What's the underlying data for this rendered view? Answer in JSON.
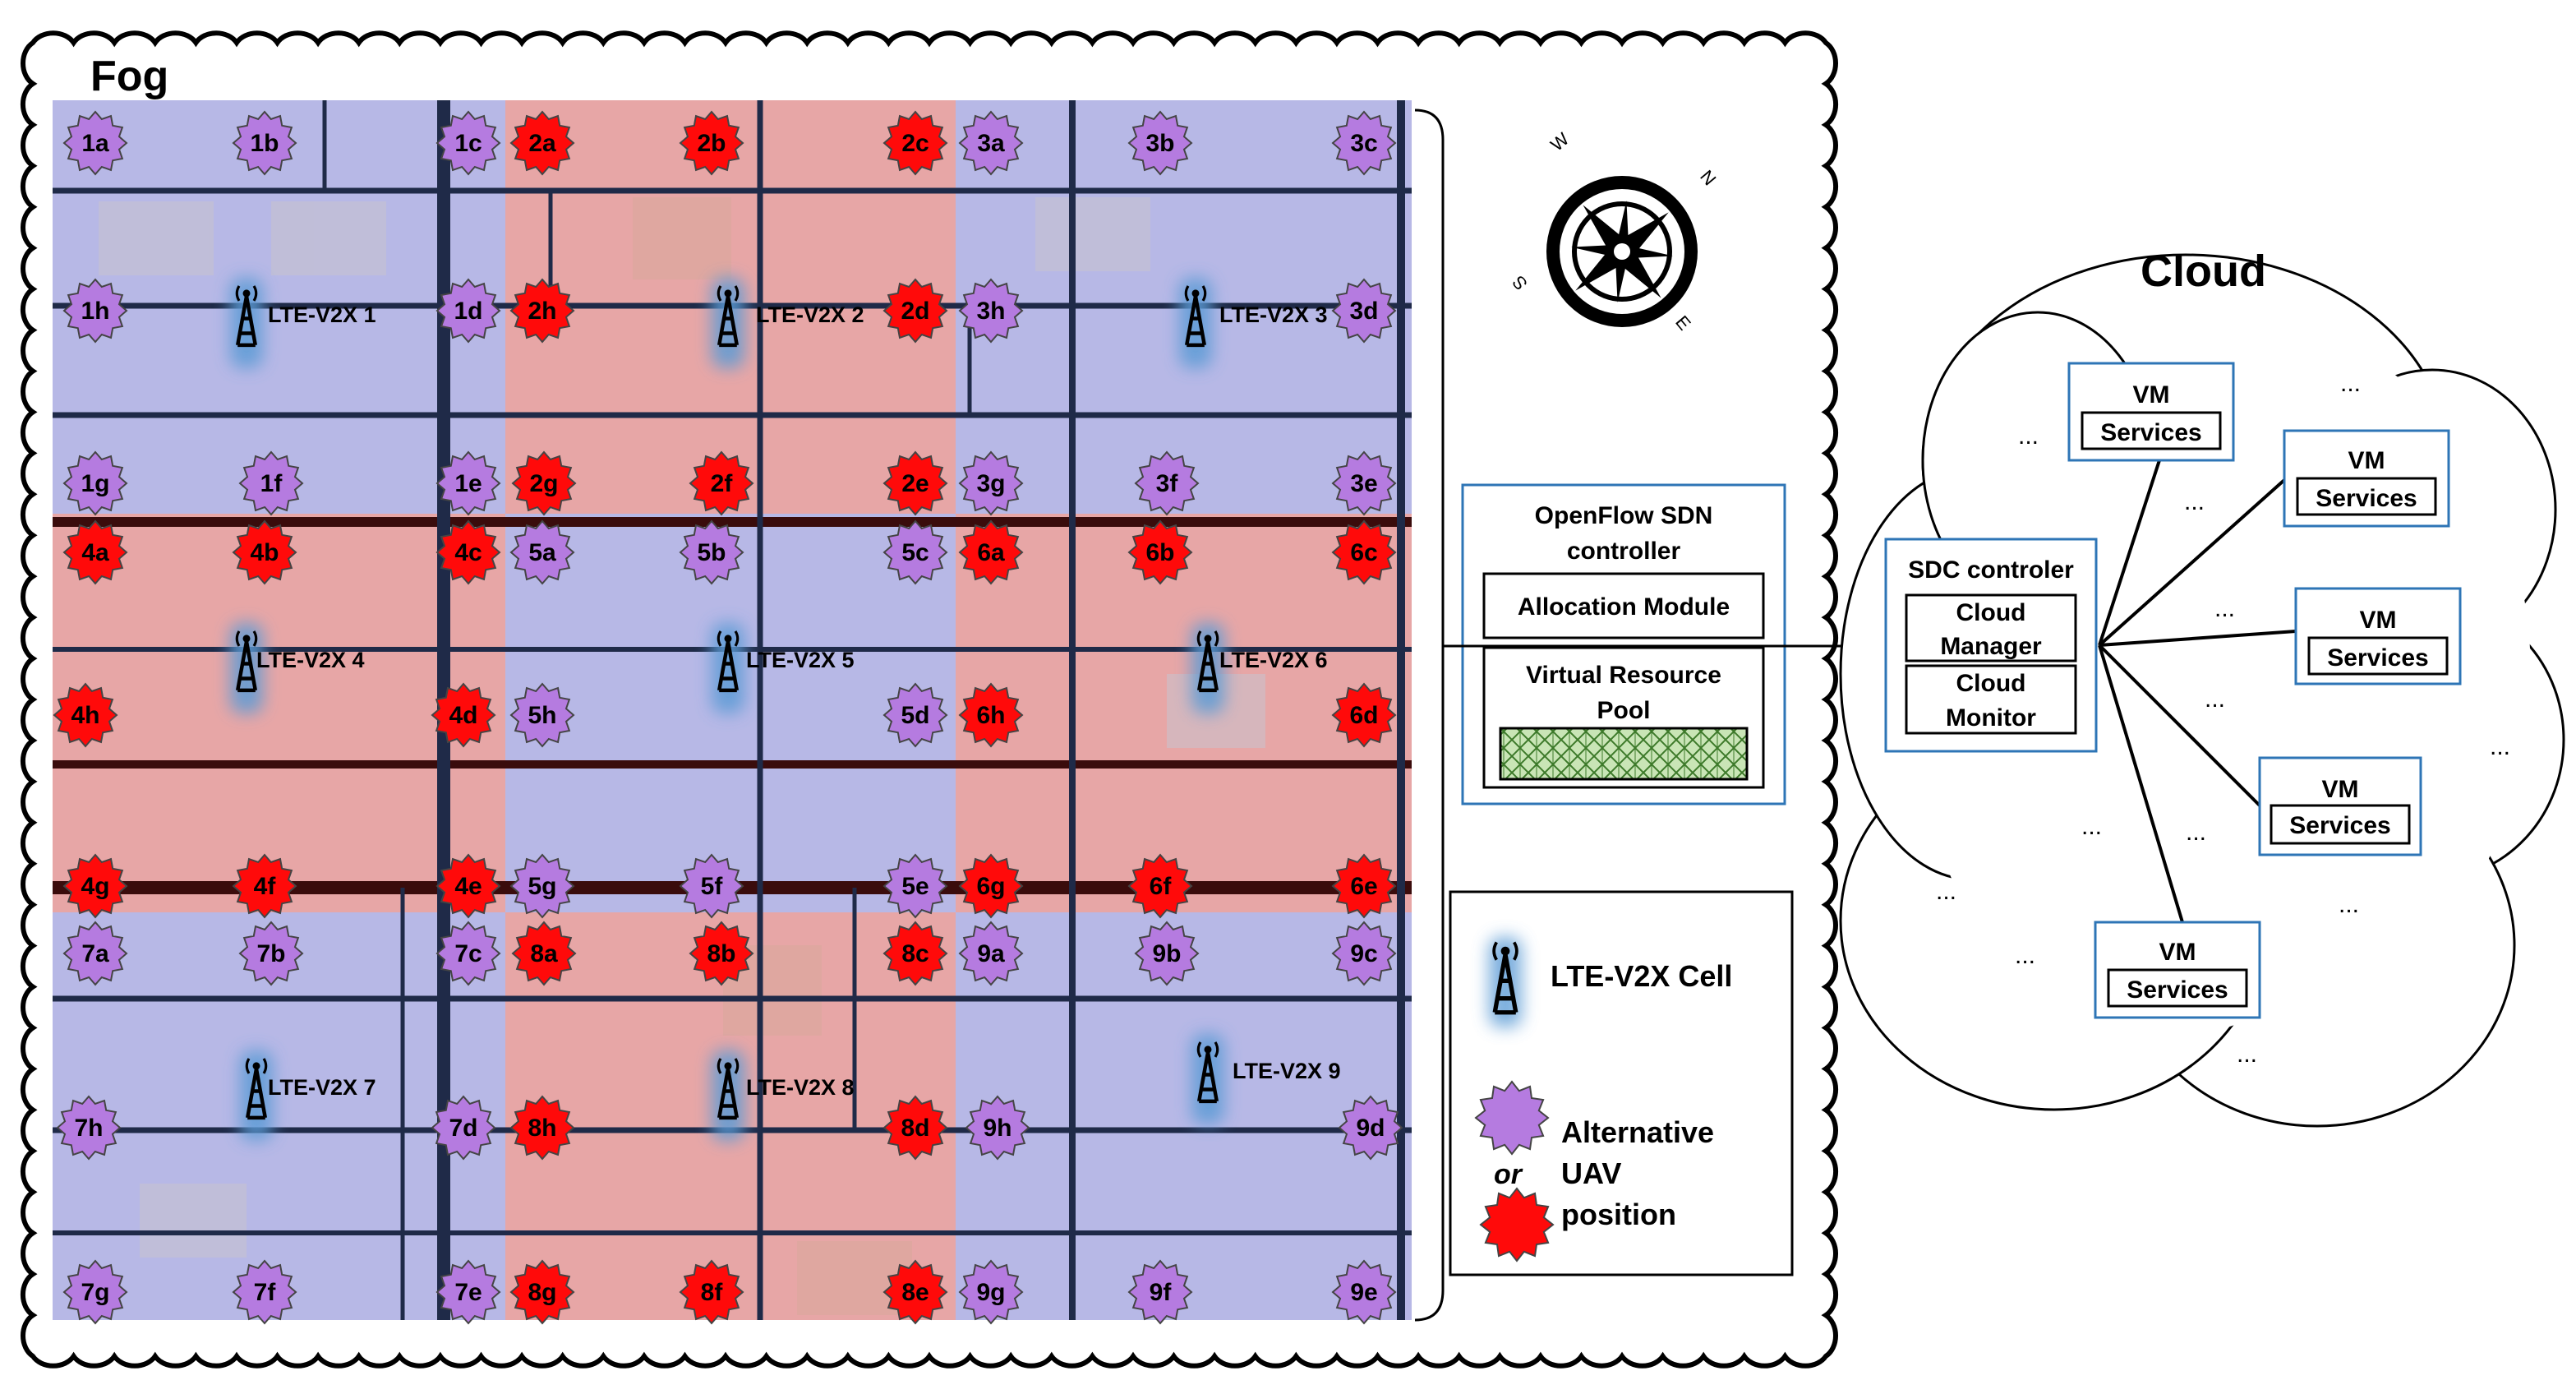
{
  "fog": {
    "label": "Fog"
  },
  "cloud": {
    "label": "Cloud"
  },
  "compass": {
    "letters": [
      "W",
      "N",
      "S",
      "E"
    ]
  },
  "colors": {
    "purple_zone": "#b7b8e6",
    "red_zone": "#e7a6a6",
    "purple_marker": "#b57be0",
    "red_marker": "#ff0a0a",
    "box_border": "#2e75b6",
    "road": "#1f2a48",
    "road_red": "#3a0c0c"
  },
  "cells": [
    {
      "label": "LTE-V2X 1"
    },
    {
      "label": "LTE-V2X 2"
    },
    {
      "label": "LTE-V2X 3"
    },
    {
      "label": "LTE-V2X 4"
    },
    {
      "label": "LTE-V2X 5"
    },
    {
      "label": "LTE-V2X 6"
    },
    {
      "label": "LTE-V2X 7"
    },
    {
      "label": "LTE-V2X 8"
    },
    {
      "label": "LTE-V2X 9"
    }
  ],
  "uav_positions": [
    {
      "label": "1a",
      "color": "purple"
    },
    {
      "label": "1b",
      "color": "purple"
    },
    {
      "label": "1c",
      "color": "purple"
    },
    {
      "label": "2a",
      "color": "red"
    },
    {
      "label": "2b",
      "color": "red"
    },
    {
      "label": "2c",
      "color": "red"
    },
    {
      "label": "3a",
      "color": "purple"
    },
    {
      "label": "3b",
      "color": "purple"
    },
    {
      "label": "3c",
      "color": "purple"
    },
    {
      "label": "1h",
      "color": "purple"
    },
    {
      "label": "1d",
      "color": "purple"
    },
    {
      "label": "2h",
      "color": "red"
    },
    {
      "label": "2d",
      "color": "red"
    },
    {
      "label": "3h",
      "color": "purple"
    },
    {
      "label": "3d",
      "color": "purple"
    },
    {
      "label": "1g",
      "color": "purple"
    },
    {
      "label": "1f",
      "color": "purple"
    },
    {
      "label": "1e",
      "color": "purple"
    },
    {
      "label": "2g",
      "color": "red"
    },
    {
      "label": "2f",
      "color": "red"
    },
    {
      "label": "2e",
      "color": "red"
    },
    {
      "label": "3g",
      "color": "purple"
    },
    {
      "label": "3f",
      "color": "purple"
    },
    {
      "label": "3e",
      "color": "purple"
    },
    {
      "label": "4a",
      "color": "red"
    },
    {
      "label": "4b",
      "color": "red"
    },
    {
      "label": "4c",
      "color": "red"
    },
    {
      "label": "5a",
      "color": "purple"
    },
    {
      "label": "5b",
      "color": "purple"
    },
    {
      "label": "5c",
      "color": "purple"
    },
    {
      "label": "6a",
      "color": "red"
    },
    {
      "label": "6b",
      "color": "red"
    },
    {
      "label": "6c",
      "color": "red"
    },
    {
      "label": "4h",
      "color": "red"
    },
    {
      "label": "4d",
      "color": "red"
    },
    {
      "label": "5h",
      "color": "purple"
    },
    {
      "label": "5d",
      "color": "purple"
    },
    {
      "label": "6h",
      "color": "red"
    },
    {
      "label": "6d",
      "color": "red"
    },
    {
      "label": "4g",
      "color": "red"
    },
    {
      "label": "4f",
      "color": "red"
    },
    {
      "label": "4e",
      "color": "red"
    },
    {
      "label": "5g",
      "color": "purple"
    },
    {
      "label": "5f",
      "color": "purple"
    },
    {
      "label": "5e",
      "color": "purple"
    },
    {
      "label": "6g",
      "color": "red"
    },
    {
      "label": "6f",
      "color": "red"
    },
    {
      "label": "6e",
      "color": "red"
    },
    {
      "label": "7a",
      "color": "purple"
    },
    {
      "label": "7b",
      "color": "purple"
    },
    {
      "label": "7c",
      "color": "purple"
    },
    {
      "label": "8a",
      "color": "red"
    },
    {
      "label": "8b",
      "color": "red"
    },
    {
      "label": "8c",
      "color": "red"
    },
    {
      "label": "9a",
      "color": "purple"
    },
    {
      "label": "9b",
      "color": "purple"
    },
    {
      "label": "9c",
      "color": "purple"
    },
    {
      "label": "7h",
      "color": "purple"
    },
    {
      "label": "7d",
      "color": "purple"
    },
    {
      "label": "8h",
      "color": "red"
    },
    {
      "label": "8d",
      "color": "red"
    },
    {
      "label": "9h",
      "color": "purple"
    },
    {
      "label": "9d",
      "color": "purple"
    },
    {
      "label": "7g",
      "color": "purple"
    },
    {
      "label": "7f",
      "color": "purple"
    },
    {
      "label": "7e",
      "color": "purple"
    },
    {
      "label": "8g",
      "color": "red"
    },
    {
      "label": "8f",
      "color": "red"
    },
    {
      "label": "8e",
      "color": "red"
    },
    {
      "label": "9g",
      "color": "purple"
    },
    {
      "label": "9f",
      "color": "purple"
    },
    {
      "label": "9e",
      "color": "purple"
    }
  ],
  "sdn": {
    "title_line1": "OpenFlow SDN",
    "title_line2": "controller",
    "allocation": "Allocation Module",
    "vrp_line1": "Virtual Resource",
    "vrp_line2": "Pool"
  },
  "legend": {
    "cell": "LTE-V2X Cell",
    "alt_line1": "Alternative",
    "or": "or",
    "alt_line2": "UAV",
    "alt_line3": "position"
  },
  "sdc": {
    "title": "SDC controler",
    "manager_line1": "Cloud",
    "manager_line2": "Manager",
    "monitor_line1": "Cloud",
    "monitor_line2": "Monitor"
  },
  "vms": [
    {
      "title": "VM",
      "services": "Services"
    },
    {
      "title": "VM",
      "services": "Services"
    },
    {
      "title": "VM",
      "services": "Services"
    },
    {
      "title": "VM",
      "services": "Services"
    },
    {
      "title": "VM",
      "services": "Services"
    }
  ],
  "ellipsis": "..."
}
